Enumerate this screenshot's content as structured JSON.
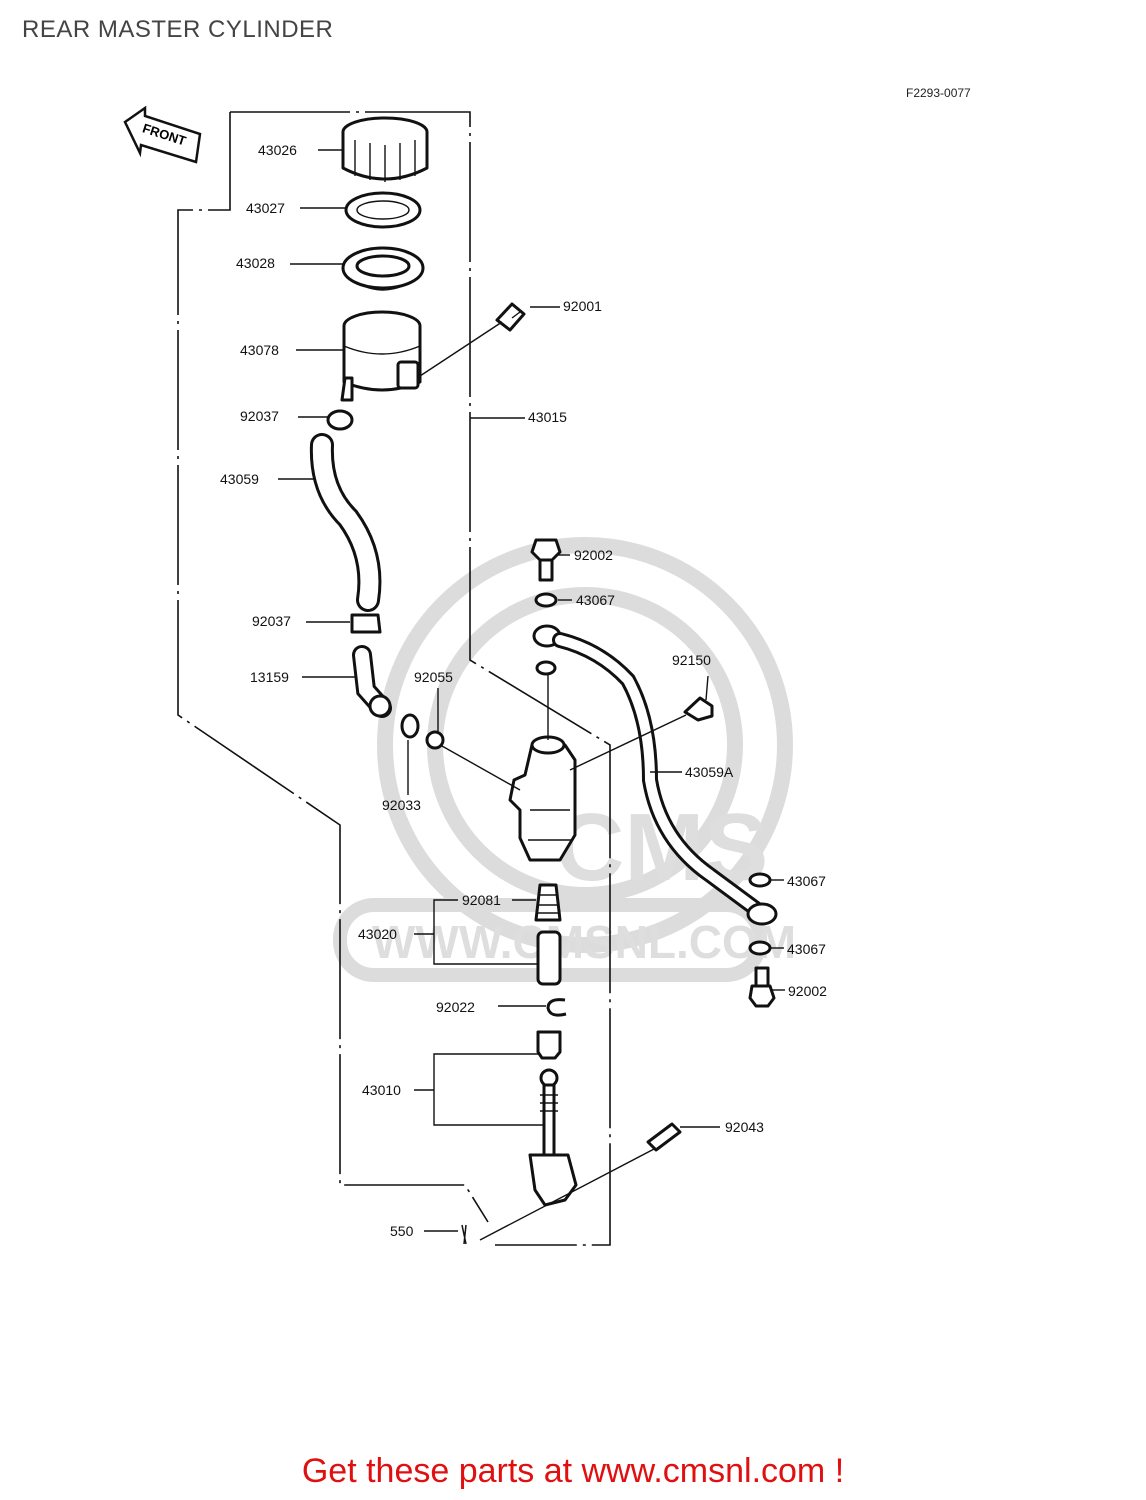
{
  "title": "REAR MASTER CYLINDER",
  "figure_code": "F2293-0077",
  "front_label": "FRONT",
  "watermark": {
    "brand": "CMS",
    "url": "WWW.CMSNL.COM",
    "color": "#dddddd"
  },
  "call_to_action": "Get these parts at www.cmsnl.com !",
  "cta_color": "#e01010",
  "parts": {
    "p43026": "43026",
    "p43027": "43027",
    "p43028": "43028",
    "p43078": "43078",
    "p92001": "92001",
    "p92037a": "92037",
    "p43015": "43015",
    "p43059": "43059",
    "p92002a": "92002",
    "p43067a": "43067",
    "p92037b": "92037",
    "p92150": "92150",
    "p13159": "13159",
    "p92055": "92055",
    "p43059A": "43059A",
    "p92033": "92033",
    "p43067b": "43067",
    "p92081": "92081",
    "p43020": "43020",
    "p43067c": "43067",
    "p92002b": "92002",
    "p92022": "92022",
    "p43010": "43010",
    "p92043": "92043",
    "p550": "550"
  }
}
